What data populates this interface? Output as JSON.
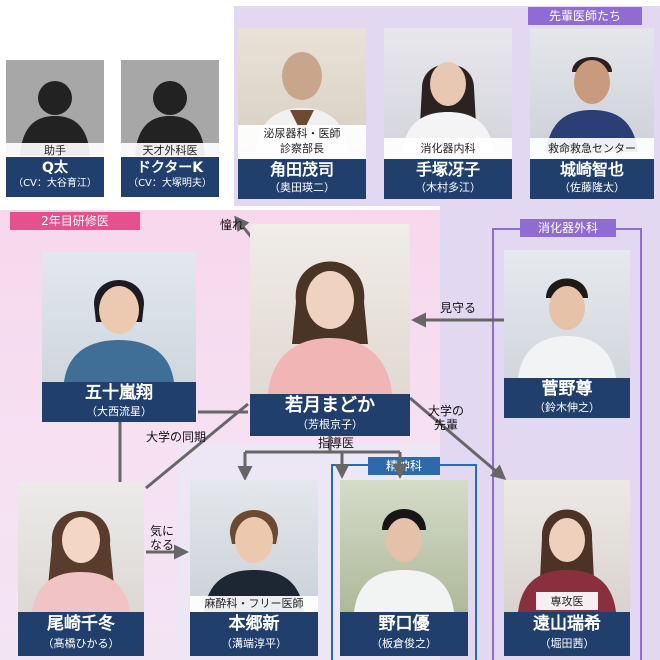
{
  "groups": {
    "senpai": "先輩医師たち",
    "resident": "2年目研修医",
    "gastro": "消化器外科",
    "psych": "精神科"
  },
  "characters": {
    "qta": {
      "role": "助手",
      "name": "Q太",
      "actor": "（CV：大谷育江）"
    },
    "doctork": {
      "role": "天才外科医",
      "name": "ドクターK",
      "actor": "（CV：大塚明夫）"
    },
    "tsunoda": {
      "role": "泌尿器科・医師\n診察部長",
      "name": "角田茂司",
      "actor": "（奥田瑛二）"
    },
    "tezuka": {
      "role": "消化器内科",
      "name": "手塚冴子",
      "actor": "（木村多江）"
    },
    "shirosaki": {
      "role": "救命救急センター",
      "name": "城崎智也",
      "actor": "（佐藤隆太）"
    },
    "igarashi": {
      "role": "",
      "name": "五十嵐翔",
      "actor": "（大西流星）"
    },
    "wakatsuki": {
      "role": "",
      "name": "若月まどか",
      "actor": "（芳根京子）"
    },
    "sugano": {
      "role": "",
      "name": "菅野尊",
      "actor": "（鈴木伸之）"
    },
    "ozaki": {
      "role": "",
      "name": "尾崎千冬",
      "actor": "（髙橋ひかる）"
    },
    "hongo": {
      "role": "麻酔科・フリー医師",
      "name": "本郷新",
      "actor": "（溝端淳平）"
    },
    "noguchi": {
      "role": "",
      "name": "野口優",
      "actor": "（板倉俊之）"
    },
    "tohyama": {
      "role": "専攻医",
      "name": "遠山瑞希",
      "actor": "（堀田茜）"
    }
  },
  "relations": {
    "akogare": "憧れ",
    "mimamoru": "見守る",
    "daigaku_senpai": "大学の\n先輩",
    "daigaku_douki": "大学の同期",
    "shidoui": "指導医",
    "kininaru": "気に\nなる"
  },
  "colors": {
    "navy": "#213f6c",
    "pink": "#e6508c",
    "lavender": "#e3d8f2",
    "purple": "#8f6bd3",
    "blue": "#2d6aab"
  }
}
